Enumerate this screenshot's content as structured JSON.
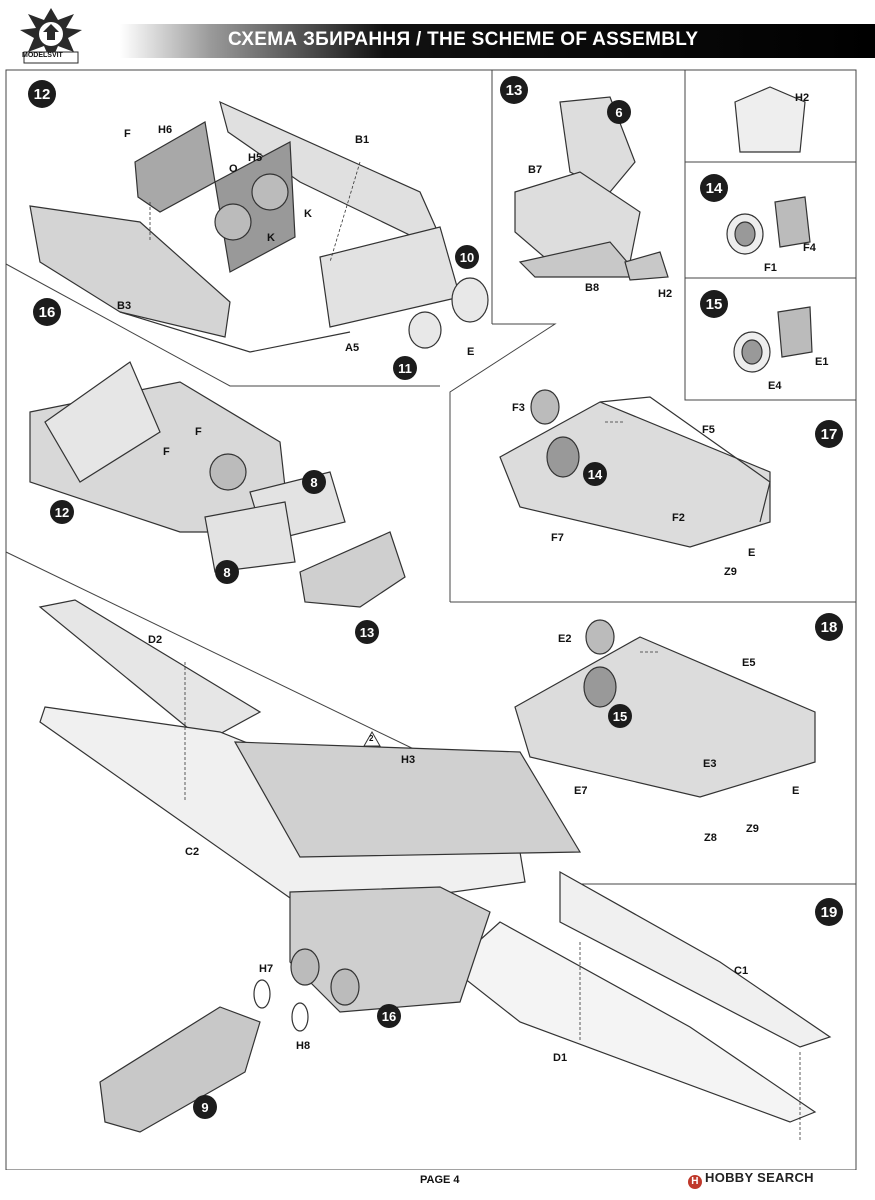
{
  "header": {
    "title": "СХЕМА ЗБИРАННЯ / THE SCHEME OF ASSEMBLY",
    "logo_text": "MODELSVIT"
  },
  "steps": {
    "s12": "12",
    "s13": "13",
    "s14": "14",
    "s15": "15",
    "s16": "16",
    "s17": "17",
    "s18": "18",
    "s19": "19",
    "sub_6": "6",
    "sub_10": "10",
    "sub_11": "11",
    "sub_8a": "8",
    "sub_8b": "8",
    "sub_12": "12",
    "sub_13": "13",
    "sub_14": "14",
    "sub_15": "15",
    "sub_9": "9",
    "sub_16": "16"
  },
  "labels": {
    "F_a": "F",
    "H6": "H6",
    "B1": "B1",
    "O": "O",
    "H5": "H5",
    "K1": "K",
    "K2": "K",
    "B3": "B3",
    "A5": "A5",
    "E_a": "E",
    "B7": "B7",
    "B8": "B8",
    "H2a": "H2",
    "H2b": "H2",
    "F1": "F1",
    "F4": "F4",
    "E1": "E1",
    "E4": "E4",
    "F_b": "F",
    "F_c": "F",
    "F3": "F3",
    "F5": "F5",
    "F2": "F2",
    "F7": "F7",
    "Z9a": "Z9",
    "E_b": "E",
    "E2": "E2",
    "E5": "E5",
    "E3": "E3",
    "E7": "E7",
    "Z8": "Z8",
    "Z9b": "Z9",
    "E_c": "E",
    "D2": "D2",
    "H3": "H3",
    "C2": "C2",
    "H7": "H7",
    "H8": "H8",
    "C1": "C1",
    "D1": "D1",
    "warn": "2"
  },
  "footer": {
    "page": "PAGE 4",
    "watermark": "HOBBY SEARCH"
  }
}
